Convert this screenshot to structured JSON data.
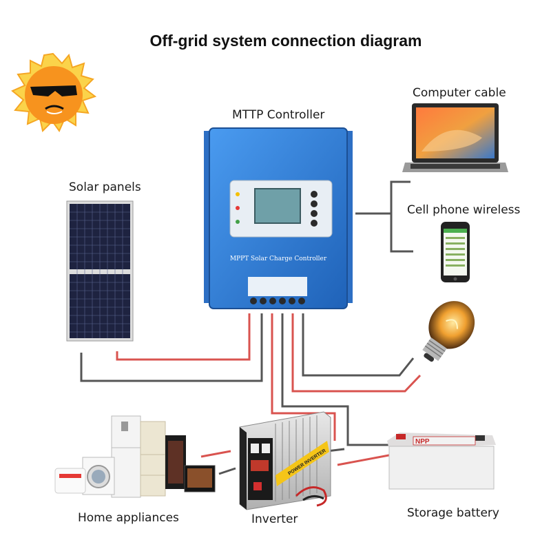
{
  "title": "Off-grid system connection diagram",
  "labels": {
    "controller": "MTTP Controller",
    "computer": "Computer cable",
    "solar": "Solar panels",
    "phone": "Cell phone wireless",
    "appliances": "Home appliances",
    "inverter": "Inverter",
    "battery": "Storage battery"
  },
  "device": {
    "controller_brand": "MPPT Solar Charge Controller",
    "battery_brand": "NPP",
    "inverter_brand": "POWER INVERTER"
  },
  "colors": {
    "wire_red": "#d9534f",
    "wire_gray": "#555555",
    "controller_blue": "#2f7fd8",
    "sun_orange": "#f7931e"
  }
}
